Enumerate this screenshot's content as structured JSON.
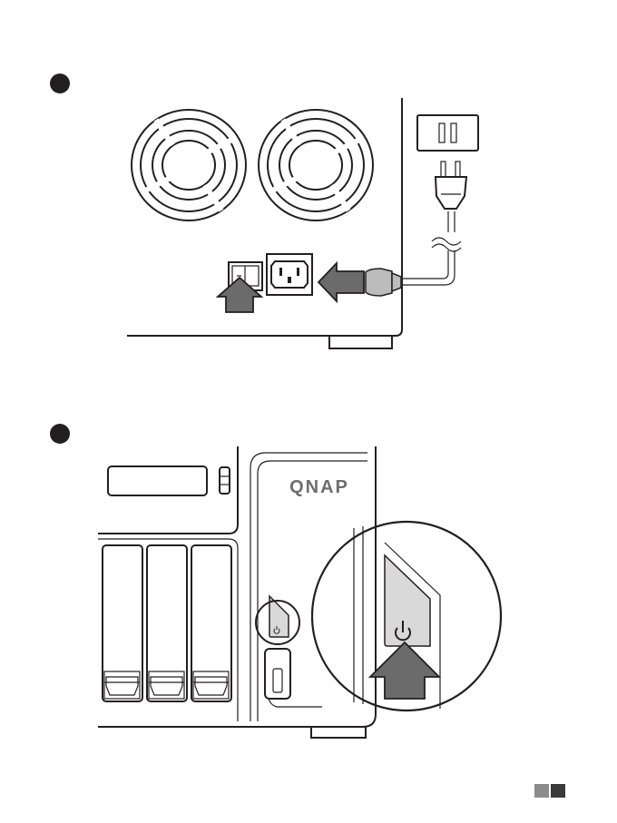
{
  "steps": [
    {
      "id": "step-1",
      "marker": "filled-circle"
    },
    {
      "id": "step-2",
      "marker": "filled-circle"
    }
  ],
  "device": {
    "brand": "QNAP"
  },
  "icons": {
    "fan": "fan-grille-icon",
    "power_switch": "rocker-power-switch",
    "ac_inlet": "ac-power-inlet",
    "power_plug": "power-plug-icon",
    "wall_outlet": "wall-outlet-icon",
    "power_button": "power-button-icon",
    "arrow": "pointer-arrow-icon"
  },
  "colors": {
    "arrow_fill": "#6b6b6b",
    "connector_fill": "#bcbcbc",
    "button_fill": "#d9d9d9",
    "line": "#231f20",
    "footer_light": "#8c8c8c",
    "footer_dark": "#3a3a3a"
  }
}
